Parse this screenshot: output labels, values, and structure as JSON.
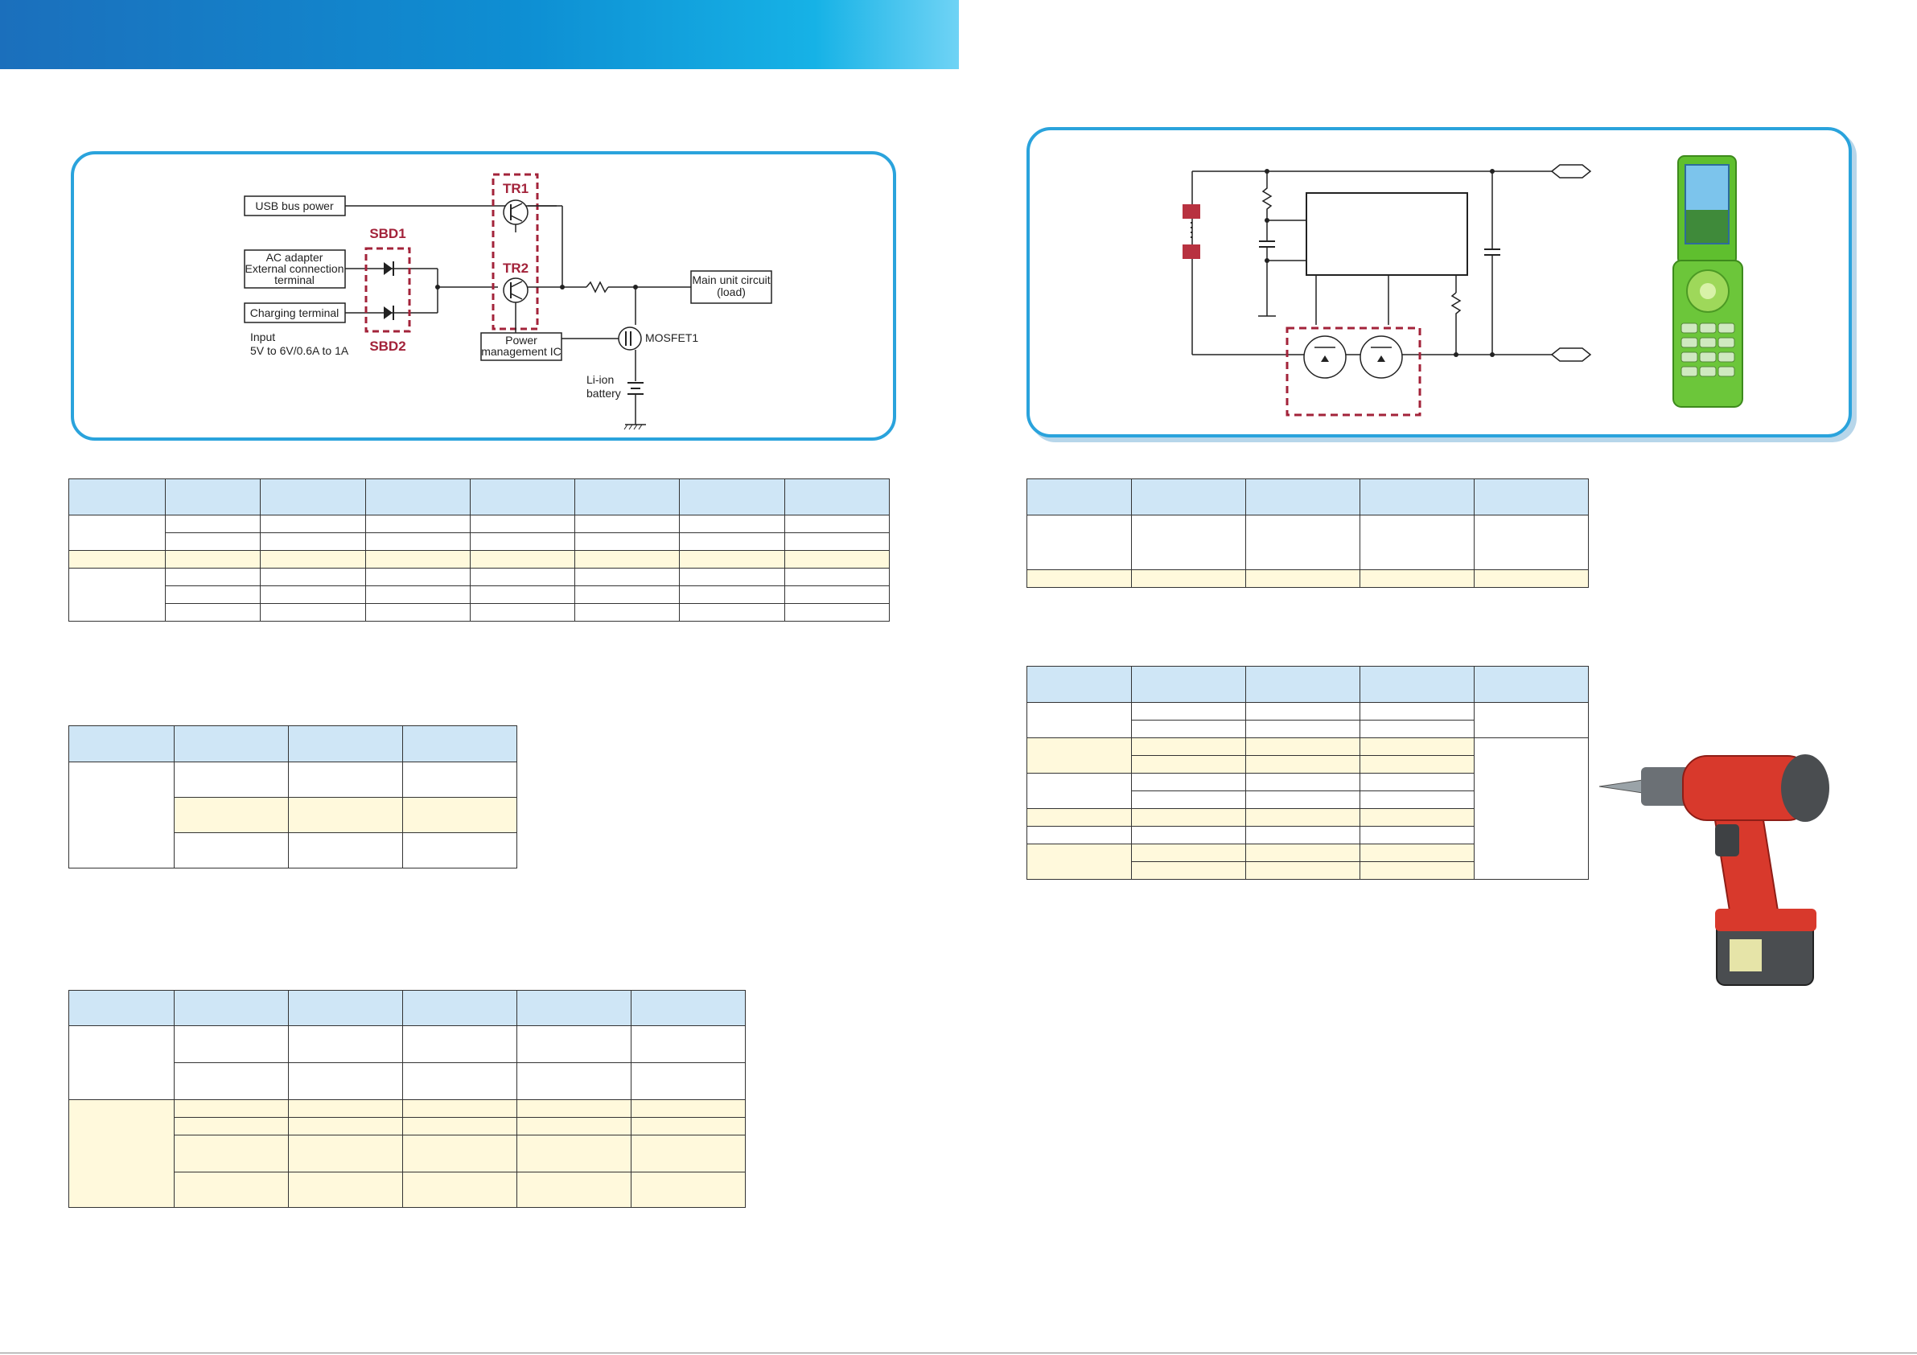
{
  "circuit1": {
    "labels": {
      "usb_bus_power": "USB bus power",
      "ac_adapter_line1": "AC adapter",
      "ac_adapter_line2": "External connection",
      "ac_adapter_line3": "terminal",
      "charging_terminal": "Charging terminal",
      "input_line1": "Input",
      "input_line2": "5V to 6V/0.6A to 1A",
      "sbd1": "SBD1",
      "sbd2": "SBD2",
      "tr1": "TR1",
      "tr2": "TR2",
      "main_unit_line1": "Main unit circuit",
      "main_unit_line2": "(load)",
      "power_mgmt_line1": "Power",
      "power_mgmt_line2": "management IC",
      "mosfet1": "MOSFET1",
      "battery_line1": "Li-ion",
      "battery_line2": "battery"
    }
  },
  "colors": {
    "accent_blue": "#2aa3dc",
    "header_blue": "#cfe6f6",
    "highlight_yellow": "#fff9dc",
    "dashed_red": "#a3233a"
  }
}
